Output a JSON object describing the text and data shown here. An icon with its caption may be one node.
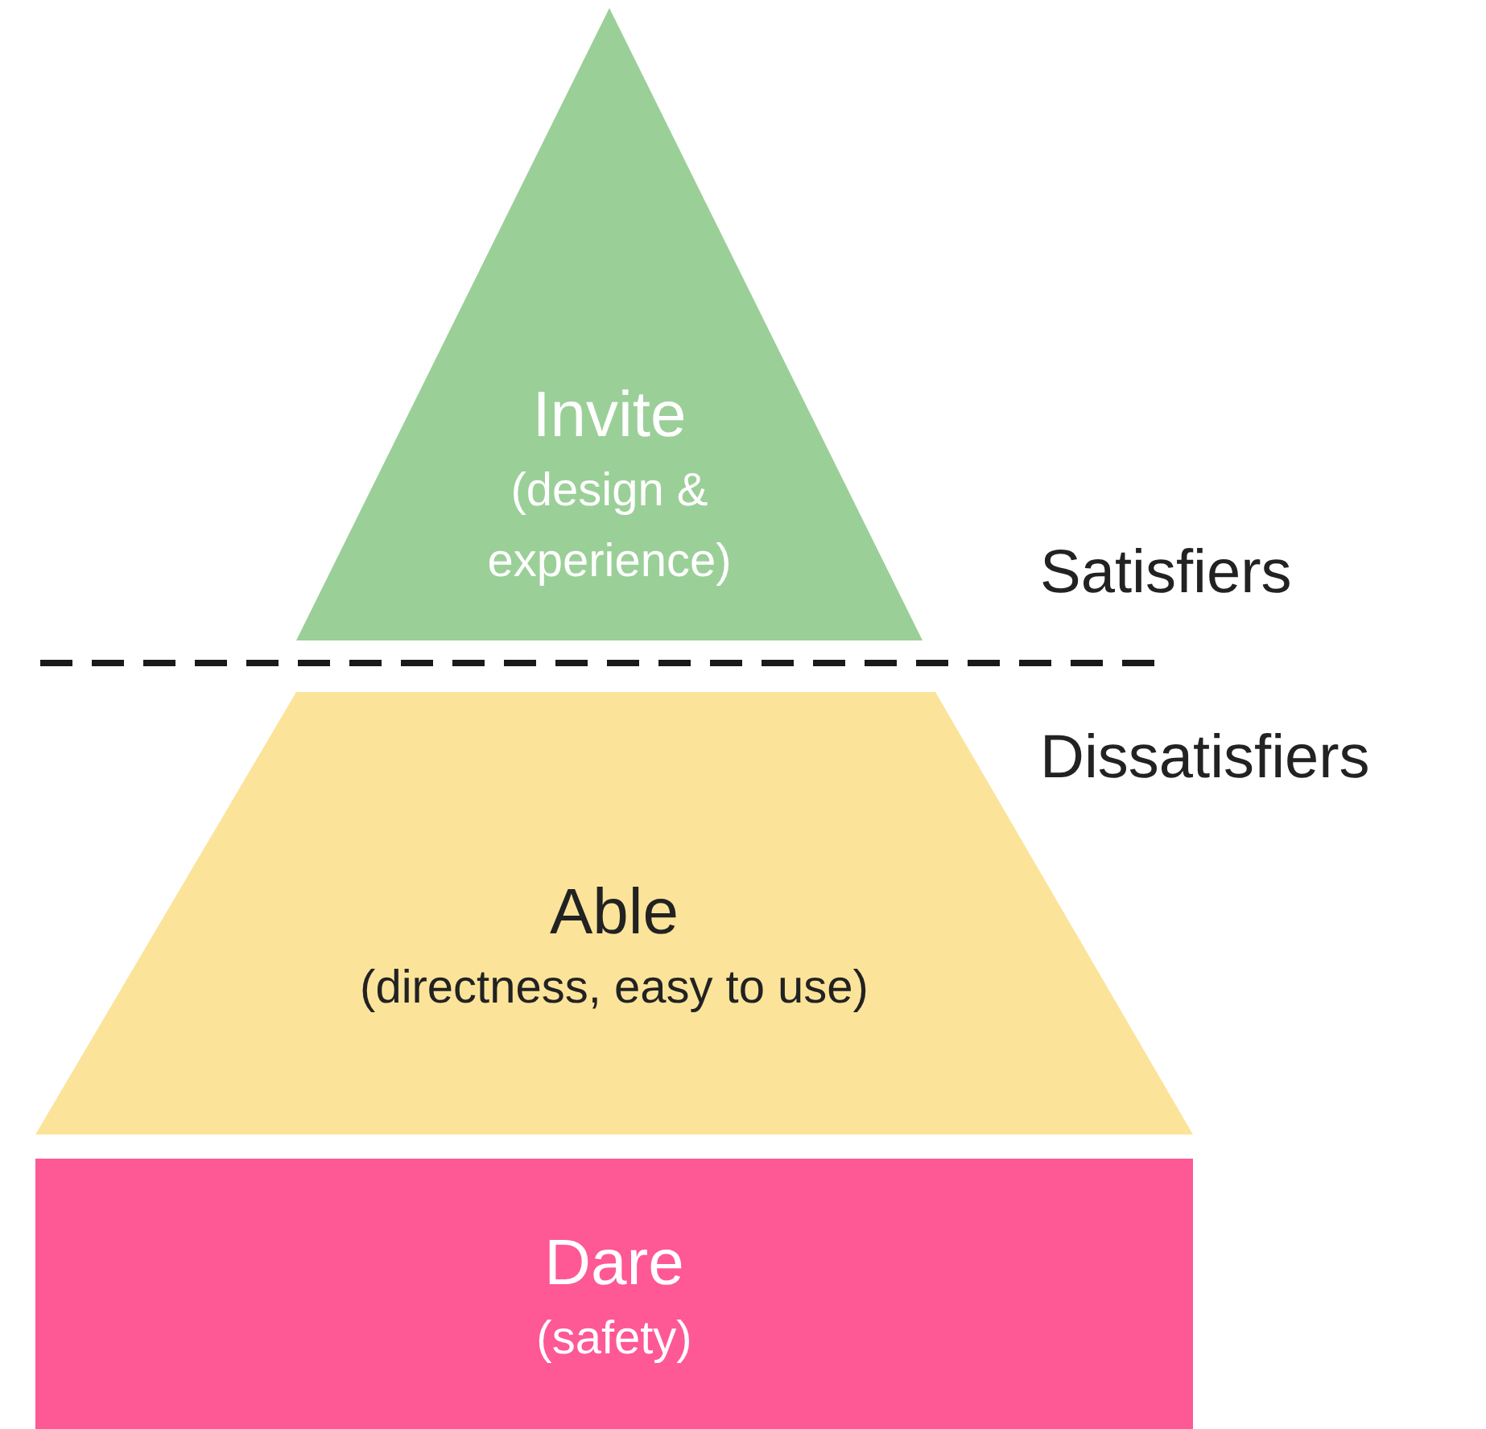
{
  "diagram": {
    "nodes": [
      {
        "text": [
          "Invite",
          "(design & experience)"
        ]
      },
      {
        "text": [
          "Able",
          "(directness, easy to use)"
        ]
      },
      {
        "text": [
          "Dare",
          "(safety)"
        ]
      }
    ],
    "labels": [
      "Satisfiers",
      "Dissatisfiers"
    ]
  }
}
